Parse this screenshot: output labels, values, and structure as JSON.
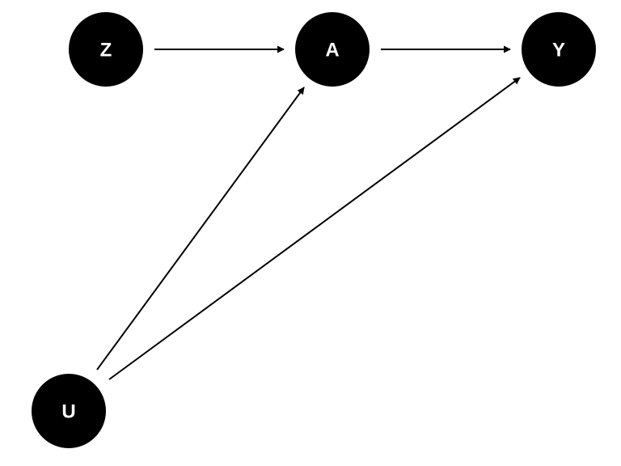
{
  "diagram": {
    "nodes": [
      {
        "id": "Z",
        "label": "Z"
      },
      {
        "id": "A",
        "label": "A"
      },
      {
        "id": "Y",
        "label": "Y"
      },
      {
        "id": "U",
        "label": "U"
      }
    ],
    "edges": [
      {
        "from": "Z",
        "to": "A"
      },
      {
        "from": "A",
        "to": "Y"
      },
      {
        "from": "U",
        "to": "A"
      },
      {
        "from": "U",
        "to": "Y"
      }
    ],
    "colors": {
      "node_fill": "#000000",
      "node_text": "#ffffff",
      "edge": "#000000",
      "background": "#ffffff"
    }
  }
}
